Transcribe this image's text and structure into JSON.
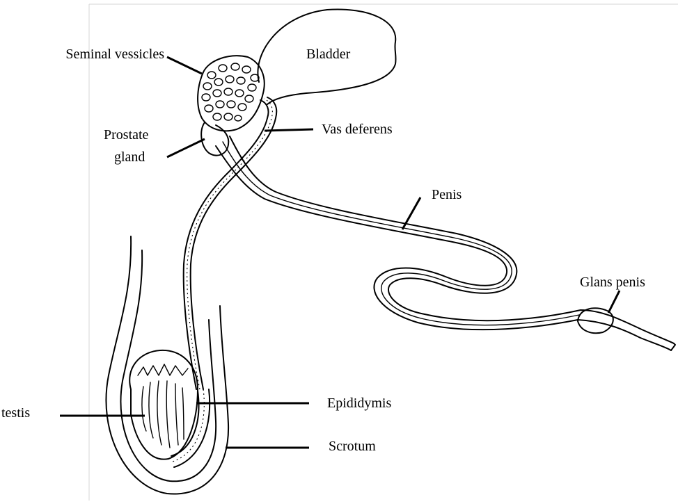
{
  "labels": {
    "seminal_vesicles": "Seminal vessicles",
    "bladder": "Bladder",
    "prostate_line1": "Prostate",
    "prostate_line2": "gland",
    "vas_deferens": "Vas deferens",
    "penis": "Penis",
    "glans_penis": "Glans penis",
    "testis": "testis",
    "epididymis": "Epididymis",
    "scrotum": "Scrotum"
  },
  "colors": {
    "ink": "#000000",
    "paper": "#ffffff",
    "frame": "#d6d6d6"
  }
}
